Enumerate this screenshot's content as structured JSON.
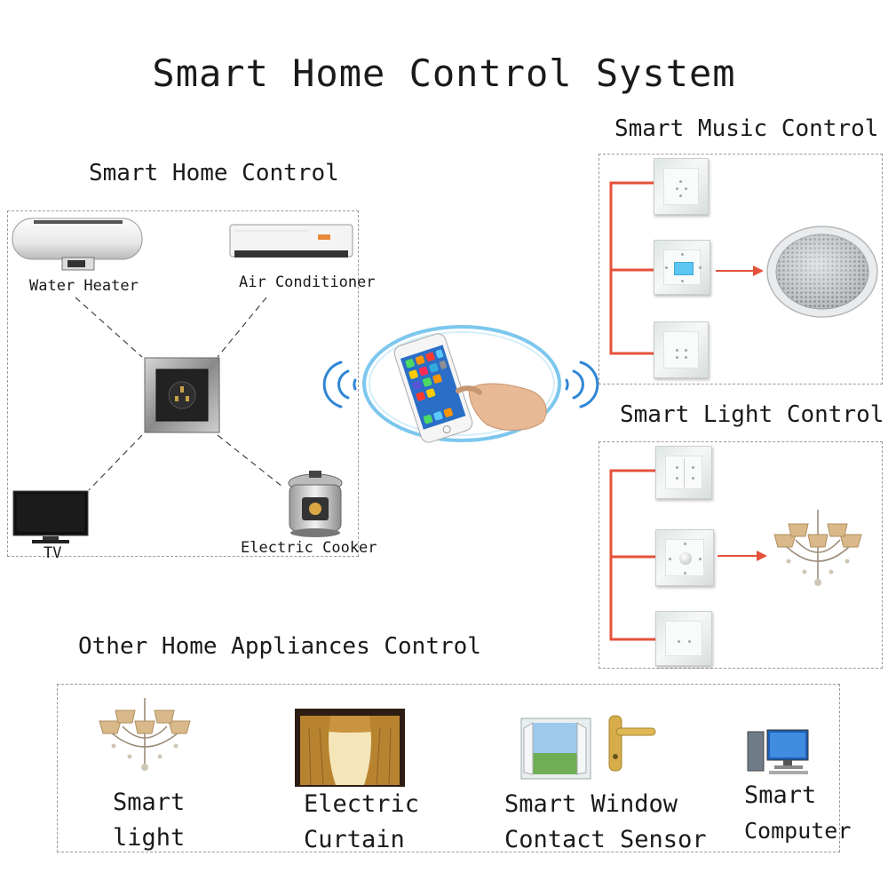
{
  "title": "Smart Home Control System",
  "home_control": {
    "title": "Smart Home Control",
    "devices": {
      "water_heater": "Water Heater",
      "air_conditioner": "Air Conditioner",
      "tv": "TV",
      "electric_cooker": "Electric Cooker"
    }
  },
  "music_control": {
    "title": "Smart Music Control"
  },
  "light_control": {
    "title": "Smart Light Control"
  },
  "other_control": {
    "title": "Other Home Appliances Control",
    "items": [
      {
        "line1": "Smart",
        "line2": "light"
      },
      {
        "line1": "Electric",
        "line2": "Curtain"
      },
      {
        "line1": "Smart Window",
        "line2": "Contact Sensor"
      },
      {
        "line1": "Smart",
        "line2": "Computer"
      }
    ]
  },
  "colors": {
    "connector_red": "#e4523b",
    "wifi_blue": "#2f86d6",
    "ring_blue": "#7cc7ee",
    "lcd_blue": "#5cc5f2"
  }
}
